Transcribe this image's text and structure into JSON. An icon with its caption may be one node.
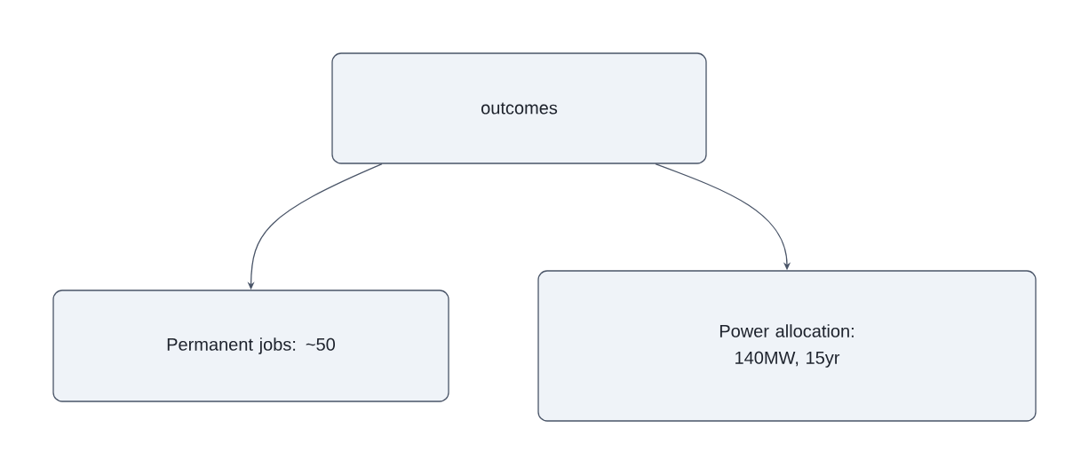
{
  "diagram": {
    "nodes": [
      {
        "text": [
          "outcomes"
        ]
      },
      {
        "text": [
          "Permanent jobs: ~50"
        ]
      },
      {
        "text": [
          "Power allocation: 140MW, 15yr"
        ]
      }
    ],
    "edges": [
      {
        "from": 0,
        "to": 1,
        "arrow": "to"
      },
      {
        "from": 0,
        "to": 2,
        "arrow": "to"
      }
    ]
  }
}
